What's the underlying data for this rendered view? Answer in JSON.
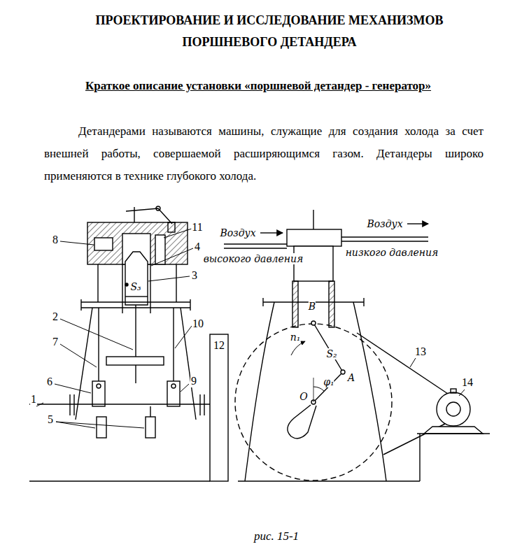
{
  "diagram": {
    "title": "ПРОЕКТИРОВАНИЕ И ИССЛЕДОВАНИЕ МЕХАНИЗМОВ ПОРШНЕВОГО ДЕТАНДЕРА",
    "caption": "рис. 15-1",
    "labels": [
      "Краткое описание установки «поршневой детандер - генератор»",
      "Детандерами называются машины, служащие для создания холода за счет внешней работы, совершаемой расширяющимся газом. Детандеры широко применяются в технике глубокого холода.",
      "8",
      "11",
      "4",
      "3",
      "2",
      "10",
      "7",
      "12",
      "6",
      "9",
      "1",
      "5",
      "13",
      "14",
      "S₃",
      "B",
      "S₂",
      "A",
      "O",
      "φ₁",
      "n₁",
      "Воздух",
      "высокого давления",
      "Воздух",
      "низкого давления"
    ]
  }
}
